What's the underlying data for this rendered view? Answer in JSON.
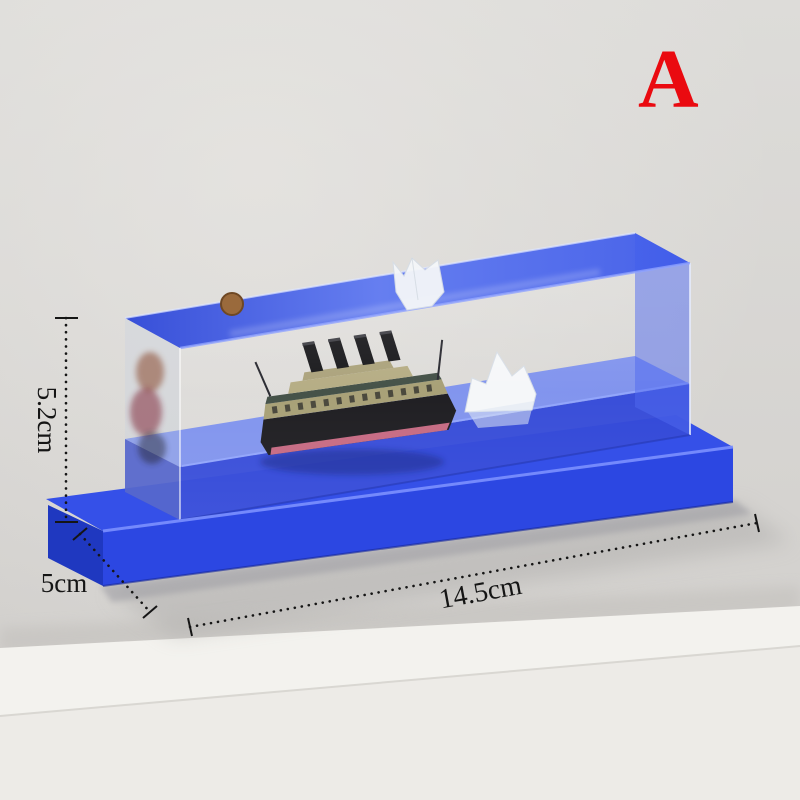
{
  "overlay": {
    "variant_label": "A",
    "variant_color": "#ea0a10"
  },
  "dimensions": {
    "height_label": "5.2cm",
    "depth_label": "5cm",
    "length_label": "14.5cm"
  },
  "scene": {
    "wall_color": "#d7d5d2",
    "table_color": "#f3f2ee",
    "colors": {
      "case_blue": "#3550e8",
      "liquid_blue": "#2a41d6",
      "liquid_surface_blue": "#5d78f4",
      "base_front_blue": "#2c47e2",
      "base_side_blue": "#1f38c0",
      "hull_black": "#17161a",
      "hull_stripe_pink": "#c4657e",
      "superstructure_tan": "#a59d72",
      "deck_teal": "#3e4b41",
      "funnel_black": "#131316",
      "iceberg_white": "#f5f7f9",
      "dimension_line_color": "#151515"
    }
  }
}
